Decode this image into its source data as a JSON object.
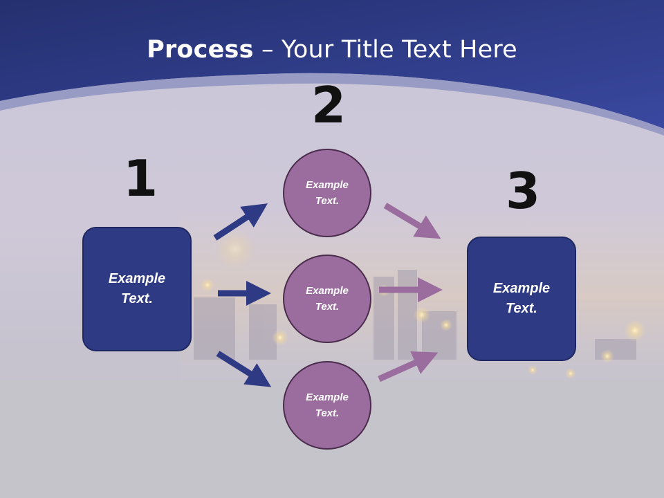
{
  "title": {
    "bold": "Process",
    "rest": " – Your Title Text Here"
  },
  "steps": {
    "step1_number": "1",
    "step2_number": "2",
    "step3_number": "3"
  },
  "nodes": {
    "left_box": "Example\nText.",
    "circle_top": "Example\nText.",
    "circle_middle": "Example\nText.",
    "circle_bottom": "Example\nText.",
    "right_box": "Example\nText."
  },
  "colors": {
    "header_blue": "#2f3a84",
    "box_fill": "#2f3a84",
    "circle_fill": "#9a6d9e",
    "arrow_blue": "#2f3a84",
    "arrow_purple": "#9a6d9e"
  }
}
